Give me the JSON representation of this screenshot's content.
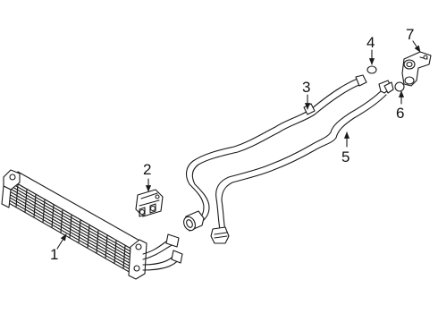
{
  "parts": [
    {
      "number": "1"
    },
    {
      "number": "2"
    },
    {
      "number": "3"
    },
    {
      "number": "4"
    },
    {
      "number": "5"
    },
    {
      "number": "6"
    },
    {
      "number": "7"
    }
  ],
  "colors": {
    "line": "#1a1a1a",
    "background": "#ffffff"
  }
}
